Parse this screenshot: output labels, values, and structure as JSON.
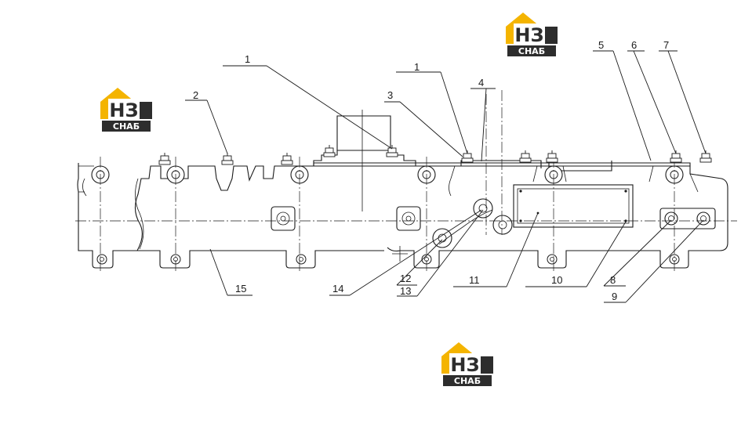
{
  "callouts": [
    "1",
    "1",
    "2",
    "3",
    "4",
    "5",
    "6",
    "7",
    "8",
    "9",
    "10",
    "11",
    "12",
    "13",
    "14",
    "15"
  ],
  "logo": {
    "letters": "НЗ",
    "caption": "СНАБ",
    "colors": {
      "orange": "#f4b400",
      "dark": "#2d2d2d"
    }
  },
  "colors": {
    "line": "#1a1a1a",
    "background": "#ffffff"
  }
}
